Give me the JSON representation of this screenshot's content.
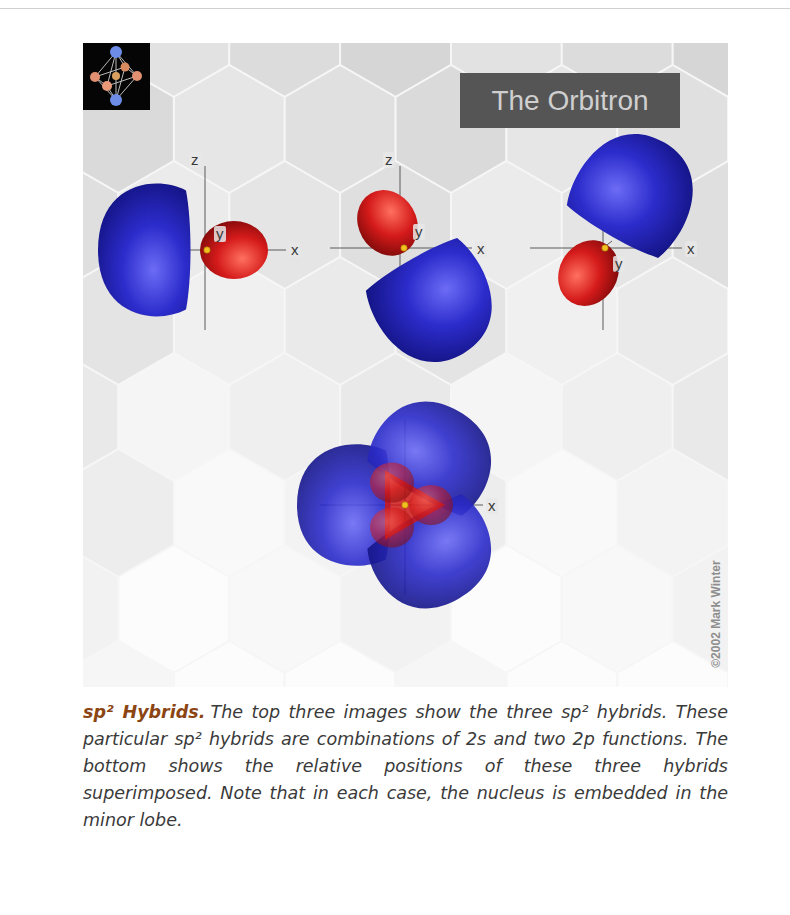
{
  "diagram": {
    "title": "sp² Hybrids.",
    "caption": "The top three images show the three sp² hybrids. These particular sp² hybrids are combinations of 2s and two 2p functions. The bottom shows the relative positions of these three hybrids superimposed. Note that in each case, the nucleus is embedded in the minor lobe.",
    "labels": [
      "The Orbitron",
      "z",
      "y",
      "x",
      "z",
      "y",
      "x",
      "y",
      "x",
      "x",
      "©2002 Mark Winter"
    ]
  }
}
